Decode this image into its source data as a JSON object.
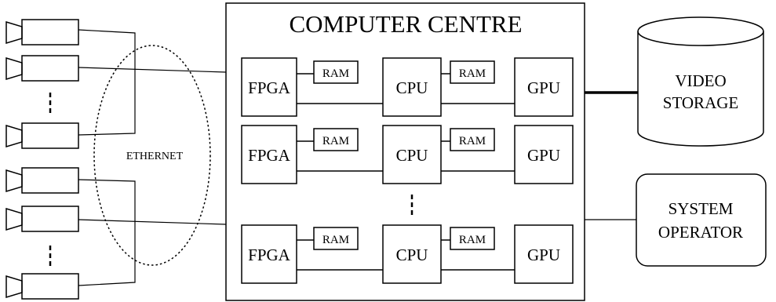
{
  "computer_centre": {
    "title": "COMPUTER CENTRE",
    "rows": [
      {
        "fpga": "FPGA",
        "ram1": "RAM",
        "cpu": "CPU",
        "ram2": "RAM",
        "gpu": "GPU"
      },
      {
        "fpga": "FPGA",
        "ram1": "RAM",
        "cpu": "CPU",
        "ram2": "RAM",
        "gpu": "GPU"
      },
      {
        "fpga": "FPGA",
        "ram1": "RAM",
        "cpu": "CPU",
        "ram2": "RAM",
        "gpu": "GPU"
      }
    ]
  },
  "network": {
    "label": "ETHERNET"
  },
  "storage": {
    "line1": "VIDEO",
    "line2": "STORAGE"
  },
  "operator": {
    "line1": "SYSTEM",
    "line2": "OPERATOR"
  },
  "colors": {
    "stroke": "#000000",
    "background": "#ffffff"
  }
}
